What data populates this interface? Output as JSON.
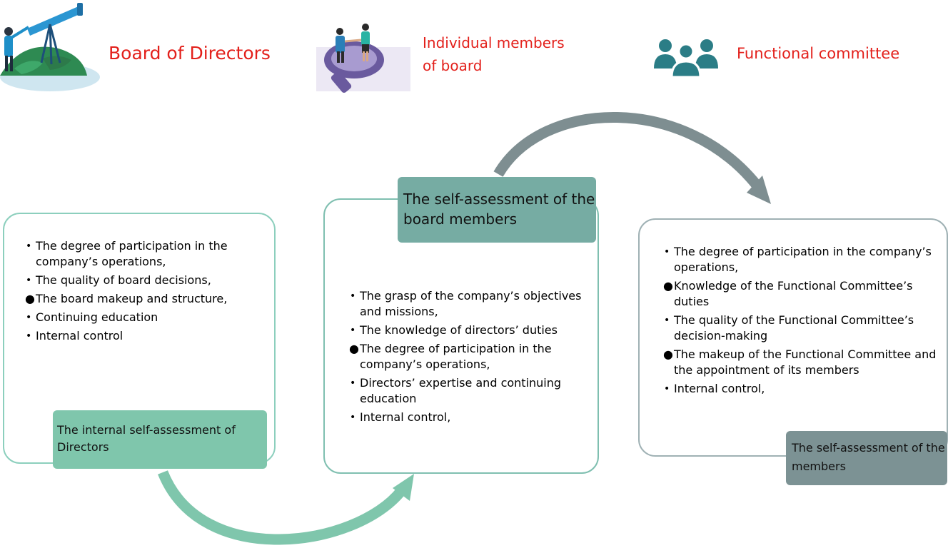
{
  "header": {
    "board_label": "Board of Directors",
    "individual_label_line1": "Individual members",
    "individual_label_line2": "of board",
    "committee_label": "Functional committee",
    "accent_color": "#e3201b"
  },
  "panels": {
    "left": {
      "title": "The internal self-assessment of Directors",
      "items": [
        {
          "bullet": "•",
          "text": "The degree of participation in the company’s operations,"
        },
        {
          "bullet": "•",
          "text": "The quality of board decisions,"
        },
        {
          "bullet": "●",
          "text": "The board makeup and structure,"
        },
        {
          "bullet": "•",
          "text": "Continuing education"
        },
        {
          "bullet": "•",
          "text": " Internal control"
        }
      ],
      "color": "#7fc6ac"
    },
    "middle": {
      "title": "The self-assessment of the board members",
      "items": [
        {
          "bullet": "•",
          "text": "The grasp of the company’s objectives and missions,"
        },
        {
          "bullet": "•",
          "text": "The knowledge of directors’ duties"
        },
        {
          "bullet": "●",
          "text": "The degree of participation in the company’s operations,"
        },
        {
          "bullet": "•",
          "text": "Directors’ expertise and continuing education"
        },
        {
          "bullet": "•",
          "text": "Internal control,"
        }
      ],
      "color": "#76aca3"
    },
    "right": {
      "title": "The self-assessment of the  members",
      "items": [
        {
          "bullet": "•",
          "text": "The degree of participation in the company’s operations,"
        },
        {
          "bullet": "●",
          "text": "Knowledge of the Functional Committee’s duties"
        },
        {
          "bullet": "•",
          "text": "The quality of the Functional Committee’s decision-making"
        },
        {
          "bullet": "●",
          "text": "The makeup of the Functional Committee and the appointment of its members"
        },
        {
          "bullet": "•",
          "text": "Internal control,"
        }
      ],
      "color": "#7c9294"
    }
  },
  "icons": {
    "board": "telescope-person-icon",
    "individual": "handshake-people-icon",
    "committee": "group-people-icon"
  }
}
